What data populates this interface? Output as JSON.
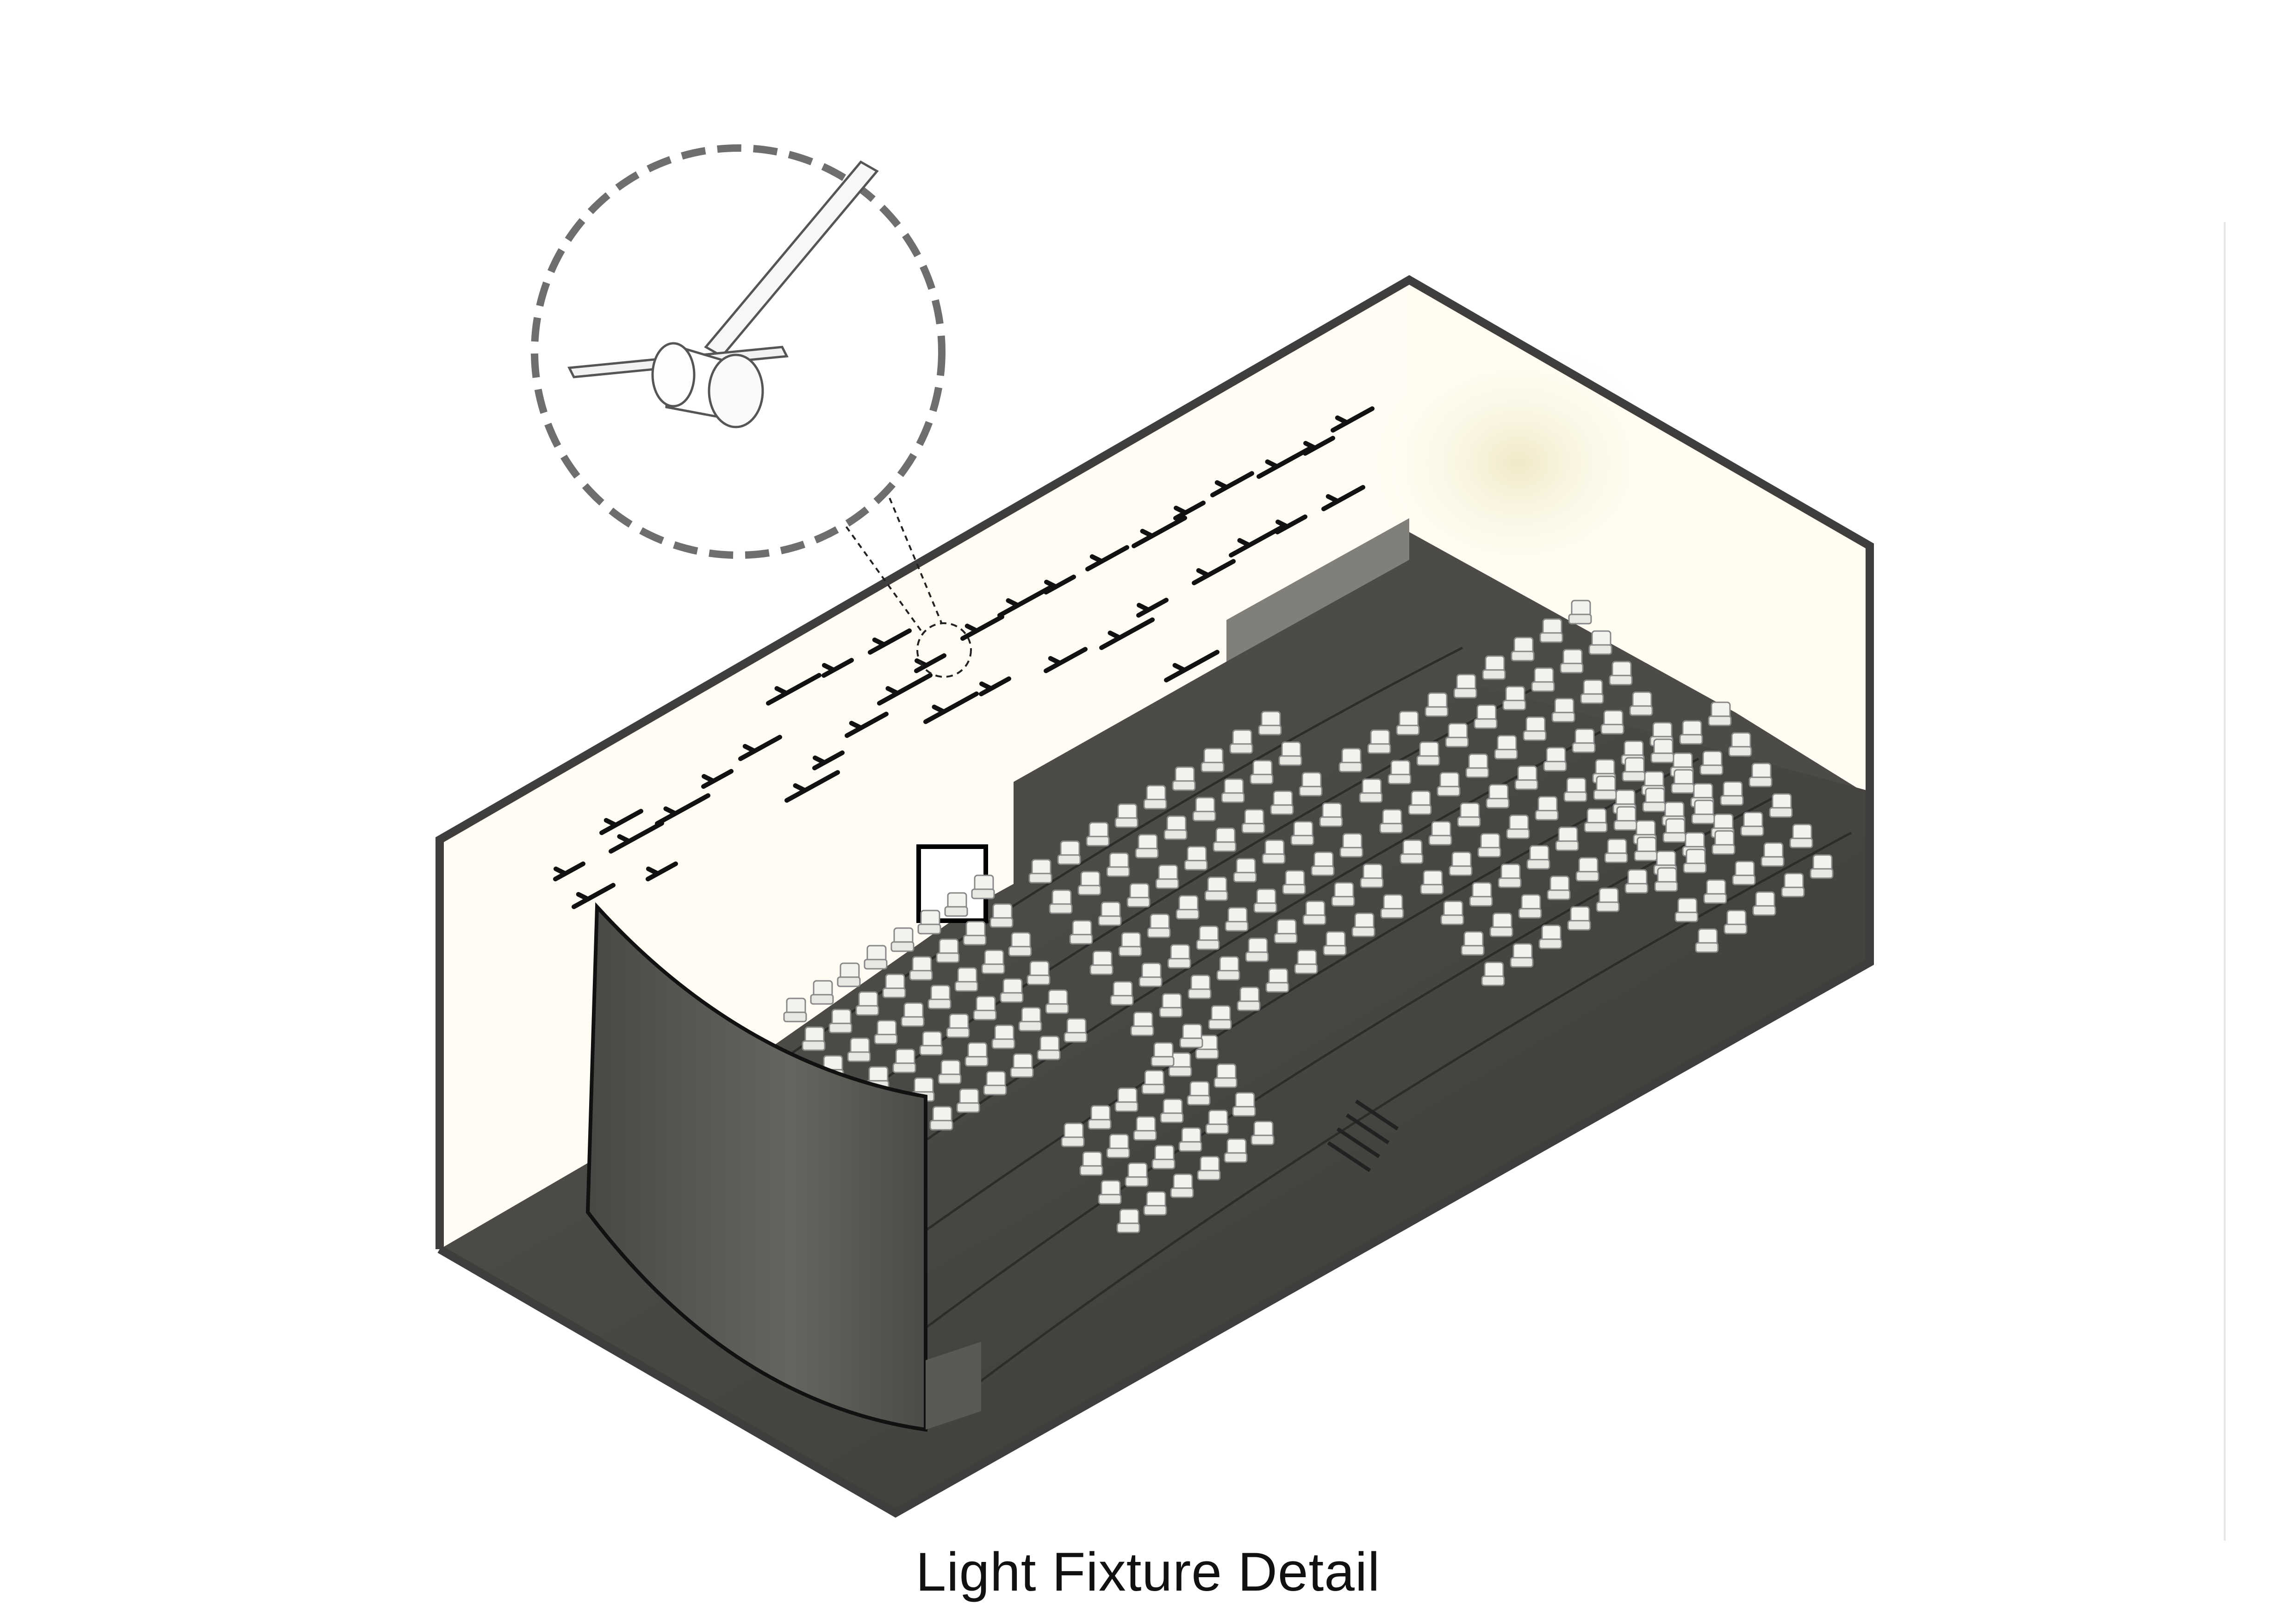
{
  "caption": "Light Fixture Detail",
  "colors": {
    "wall_outline": "#3f3e3c",
    "floor": "#3b3a38",
    "tier": "#4a4946",
    "wall_light": "#fffdf3",
    "glow": "#f2ecd3",
    "screen_dark": "#5b5955",
    "seat": "#f3f2ee",
    "fixture": "#111111",
    "detail_dash": "#6e6e6e"
  },
  "icons": {
    "detail_callout": "magnifier-callout",
    "fixture": "suspended-linear-light"
  }
}
